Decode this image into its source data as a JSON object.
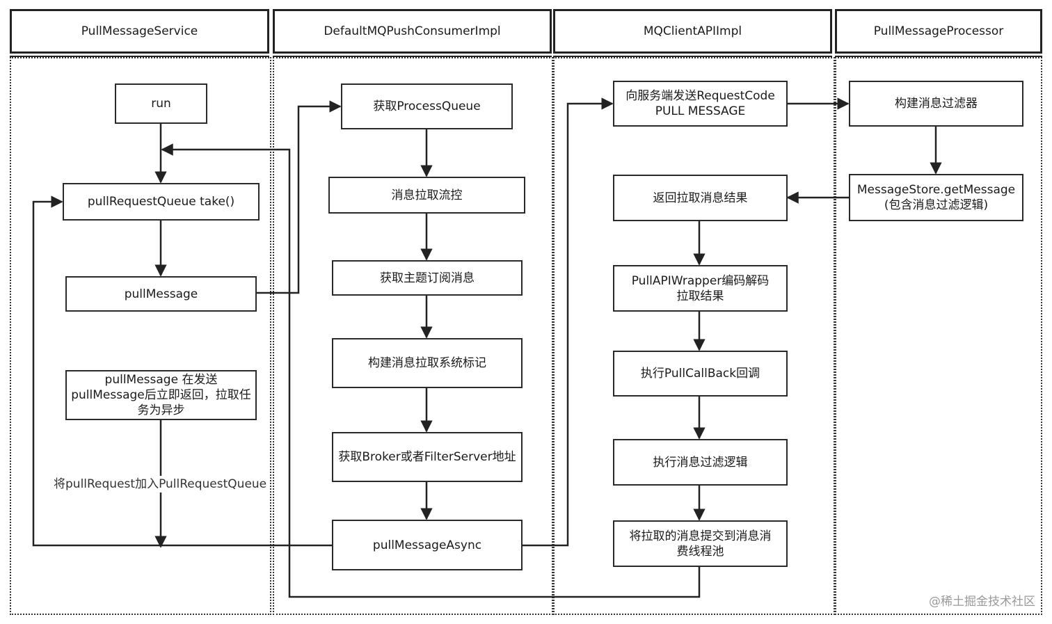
{
  "lanes": [
    {
      "title": "PullMessageService"
    },
    {
      "title": "DefaultMQPushConsumerImpl"
    },
    {
      "title": "MQClientAPIImpl"
    },
    {
      "title": "PullMessageProcessor"
    }
  ],
  "nodes": {
    "run": "run",
    "take": "pullRequestQueue take()",
    "pull_message": "pullMessage",
    "async_note": "pullMessage 在发送pullMessage后立即返回，拉取任务为异步",
    "get_pq": "获取ProcessQueue",
    "flow_control": "消息拉取流控",
    "get_sub": "获取主题订阅消息",
    "build_flag": "构建消息拉取系统标记",
    "get_broker": "获取Broker或者FilterServer地址",
    "pull_async": "pullMessageAsync",
    "send_request": "向服务端发送RequestCode PULL MESSAGE",
    "return_result": "返回拉取消息结果",
    "wrapper_decode": "PullAPIWrapper编码解码拉取结果",
    "callback": "执行PullCallBack回调",
    "filter_logic": "执行消息过滤逻辑",
    "submit_consume": "将拉取的消息提交到消息消费线程池",
    "build_filter": "构建消息过滤器",
    "get_message": "MessageStore.getMessage(包含消息过滤逻辑)"
  },
  "edge_labels": {
    "requeue": "将pullRequest加入PullRequestQueue"
  },
  "watermark": "@稀土掘金技术社区"
}
